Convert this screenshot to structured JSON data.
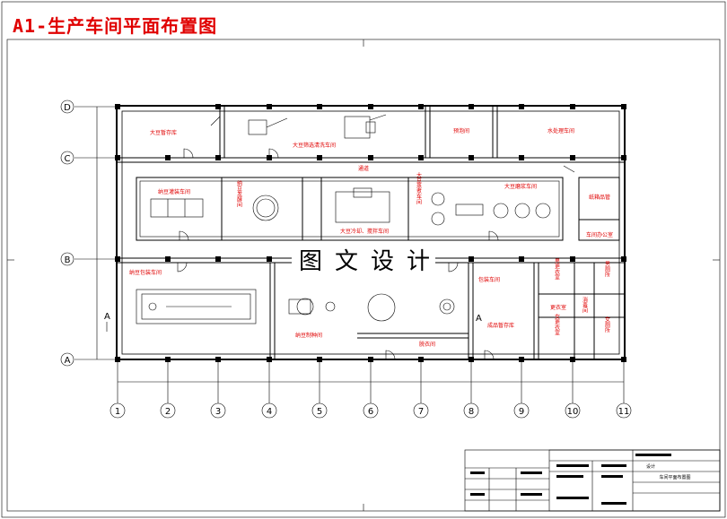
{
  "title": "A1-生产车间平面布置图",
  "watermark": "图文设计",
  "grid": {
    "rows": [
      "D",
      "C",
      "B",
      "A"
    ],
    "cols": [
      "1",
      "2",
      "3",
      "4",
      "5",
      "6",
      "7",
      "8",
      "9",
      "10",
      "11"
    ]
  },
  "section_mark": "A",
  "rooms": {
    "r1": "大豆暂存库",
    "r2": "大豆筛选清洗车间",
    "r3": "预泡间",
    "r4": "水处理车间",
    "r5": "通道",
    "r6": "纳豆灌装车间",
    "r7": "纳豆发酵间",
    "r8": "大豆冷却、搅拌车间",
    "r9": "大豆蒸煮车间",
    "r10": "大豆磨浆车间",
    "r11": "纸箱品管",
    "r12": "车间办公室",
    "r13": "纳豆包装车间",
    "r14": "纳豆制种间",
    "r15": "包装车间",
    "r16": "成品暂存库",
    "r17": "更衣室",
    "r18": "脱衣间",
    "r19": "男更衣室",
    "r20": "男厕所",
    "r21": "女更衣室",
    "r22": "女厕所",
    "r23": "消毒间"
  },
  "title_block": {
    "drawing_name": "车间平面布置图",
    "design": "设计"
  }
}
